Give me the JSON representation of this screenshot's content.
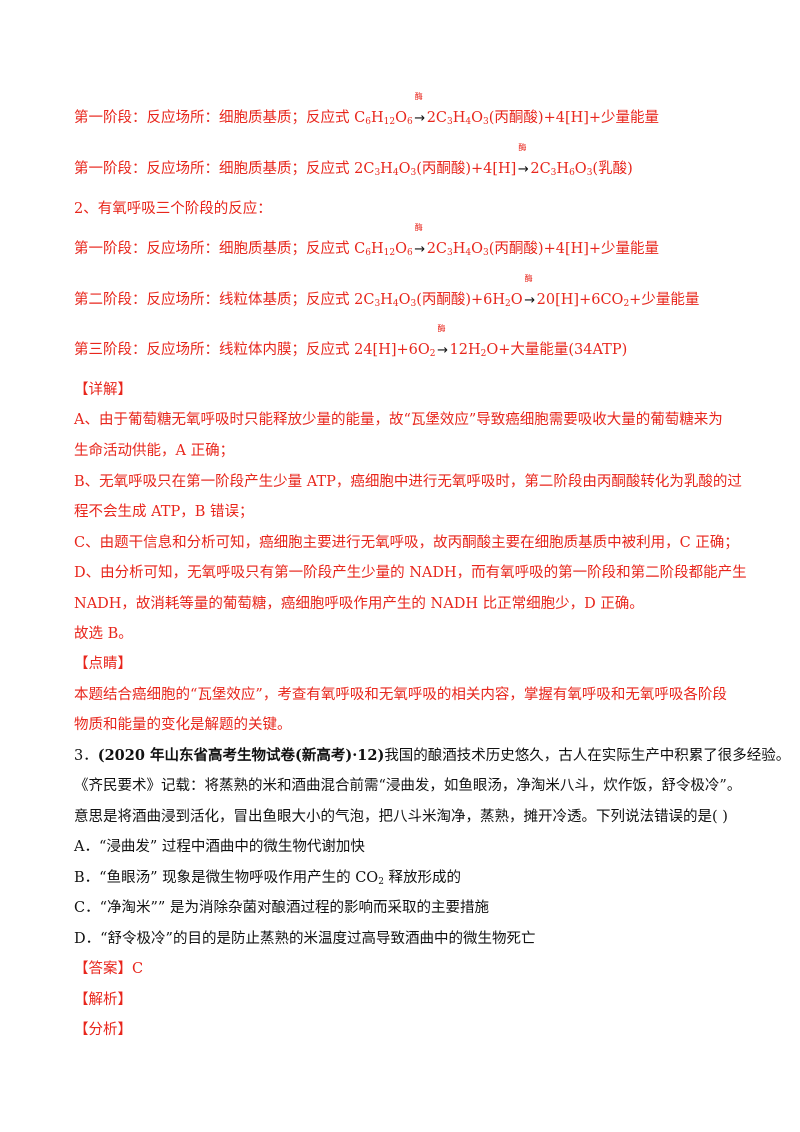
{
  "reactions": [
    {
      "prefix": "第一阶段：反应场所：细胞质基质；反应式 ",
      "lhs_html": "C<sub>6</sub>H<sub>12</sub>O<sub>6</sub>",
      "enzyme": "酶",
      "rhs_html": "2C<sub>3</sub>H<sub>4</sub>O<sub>3</sub>(丙酮酸)+4[H]+少量能量"
    },
    {
      "prefix": "第一阶段：反应场所：细胞质基质；反应式 ",
      "lhs_html": "2C<sub>3</sub>H<sub>4</sub>O<sub>3</sub>(丙酮酸)+4[H]",
      "enzyme": "酶",
      "rhs_html": "2C<sub>3</sub>H<sub>6</sub>O<sub>3</sub>(乳酸)"
    }
  ],
  "aerobic_title": "2、有氧呼吸三个阶段的反应：",
  "aerobic": [
    {
      "prefix": "第一阶段：反应场所：细胞质基质；反应式 ",
      "lhs_html": "C<sub>6</sub>H<sub>12</sub>O<sub>6</sub>",
      "enzyme": "酶",
      "rhs_html": "2C<sub>3</sub>H<sub>4</sub>O<sub>3</sub>(丙酮酸)+4[H]+少量能量"
    },
    {
      "prefix": "第二阶段：反应场所：线粒体基质；反应式 ",
      "lhs_html": "2C<sub>3</sub>H<sub>4</sub>O<sub>3</sub>(丙酮酸)+6H<sub>2</sub>O",
      "enzyme": "酶",
      "rhs_html": "20[H]+6CO<sub>2</sub>+少量能量"
    },
    {
      "prefix": "第三阶段：反应场所：线粒体内膜；反应式 ",
      "lhs_html": "24[H]+6O<sub>2</sub>",
      "enzyme": "酶",
      "rhs_html": "12H<sub>2</sub>O+大量能量(34ATP)"
    }
  ],
  "detail_header": "【详解】",
  "detail": [
    "A、由于葡萄糖无氧呼吸时只能释放少量的能量，故“瓦堡效应”导致癌细胞需要吸收大量的葡萄糖来为",
    "生命活动供能，A 正确；",
    "B、无氧呼吸只在第一阶段产生少量 ATP，癌细胞中进行无氧呼吸时，第二阶段由丙酮酸转化为乳酸的过",
    "程不会生成 ATP，B 错误；",
    "C、由题干信息和分析可知，癌细胞主要进行无氧呼吸，故丙酮酸主要在细胞质基质中被利用，C 正确；",
    "D、由分析可知，无氧呼吸只有第一阶段产生少量的 NADH，而有氧呼吸的第一阶段和第二阶段都能产生",
    "NADH，故消耗等量的葡萄糖，癌细胞呼吸作用产生的 NADH 比正常细胞少，D 正确。",
    "故选 B。"
  ],
  "comment_header": "【点睛】",
  "comment": [
    "本题结合癌细胞的“瓦堡效应”，考查有氧呼吸和无氧呼吸的相关内容，掌握有氧呼吸和无氧呼吸各阶段",
    "物质和能量的变化是解题的关键。"
  ],
  "question": {
    "number": "3．",
    "source": "(2020 年山东省高考生物试卷(新高考)·12)",
    "stem_first": "我国的酿酒技术历史悠久，古人在实际生产中积累了很多经验。",
    "stem_lines": [
      "《齐民要术》记载：将蒸熟的米和酒曲混合前需“浸曲发，如鱼眼汤，净淘米八斗，炊作饭，舒令极冷”。",
      "意思是将酒曲浸到活化，冒出鱼眼大小的气泡，把八斗米淘净，蒸熟，摊开冷透。下列说法错误的是(    )"
    ],
    "options": [
      {
        "label": "A．",
        "html": "“浸曲发” 过程中酒曲中的微生物代谢加快"
      },
      {
        "label": "B．",
        "html": "“鱼眼汤” 现象是微生物呼吸作用产生的 CO<sub>2</sub> 释放形成的"
      },
      {
        "label": "C．",
        "html": "“净淘米”” 是为消除杂菌对酿酒过程的影响而采取的主要措施"
      },
      {
        "label": "D．",
        "html": "“舒令极冷”的目的是防止蒸熟的米温度过高导致酒曲中的微生物死亡"
      }
    ]
  },
  "answer_header": "【答案】",
  "answer_value": "C",
  "analysis_header": "【解析】",
  "analysis_sub": "【分析】"
}
